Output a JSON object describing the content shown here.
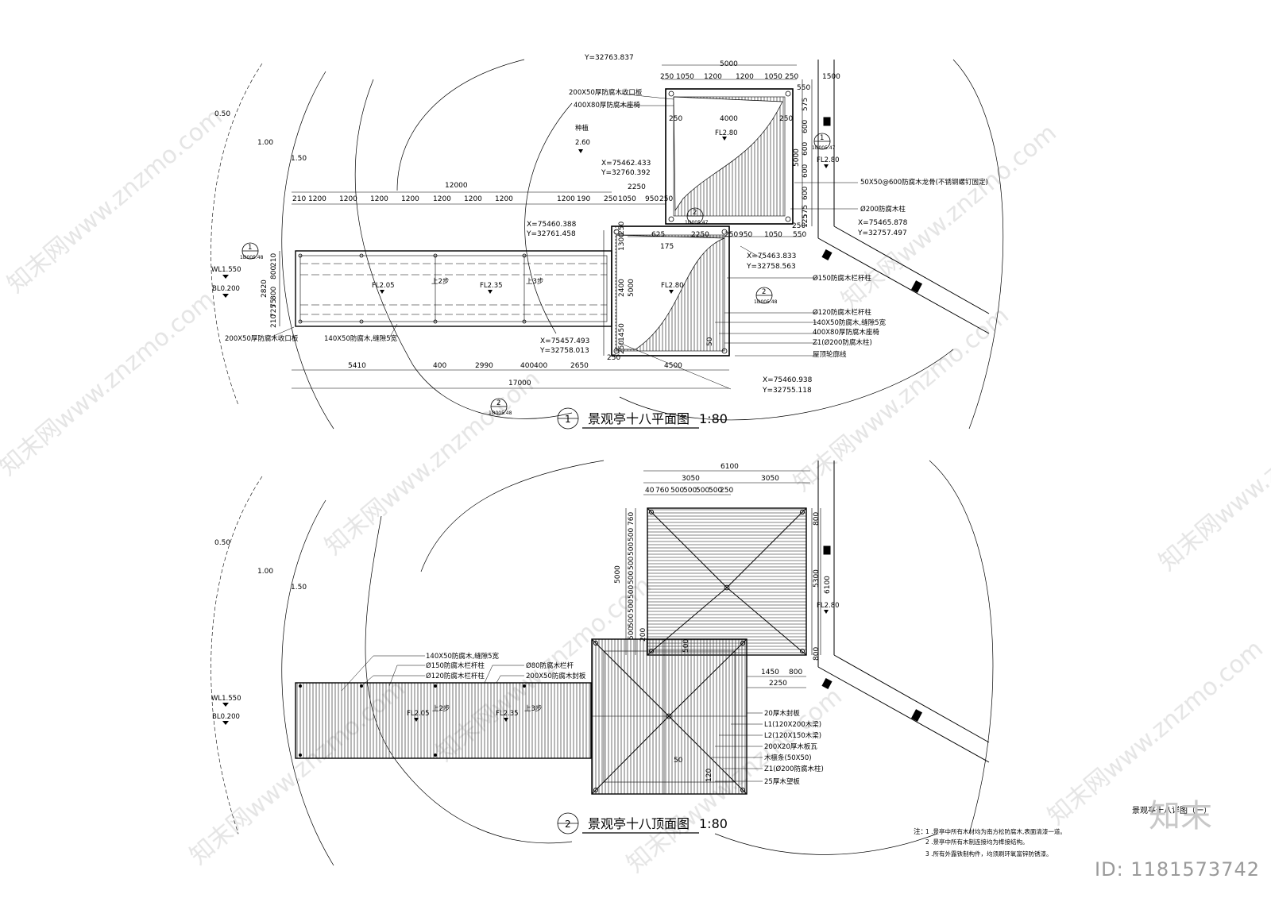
{
  "titles": {
    "plan": "景观亭十八平面图",
    "roof": "景观亭十八顶面图",
    "scale": "1:80",
    "plan_no": "1",
    "roof_no": "2",
    "sheet": "景观亭十八详图（一）"
  },
  "contours": [
    "0.50",
    "1.00",
    "1.50"
  ],
  "levels": {
    "wl": "WL1.550",
    "bl": "BL0.200",
    "fl205": "FL2.05",
    "fl235": "FL2.35",
    "fl280": "FL2.80",
    "plant": "种植",
    "plant_h": "2.60",
    "step2": "上2步",
    "step3": "上3步"
  },
  "plan_dims": {
    "overall_top": "12000",
    "top_row": [
      "210",
      "1200",
      "1200",
      "1200",
      "1200",
      "1200",
      "1200",
      "1200",
      "1200",
      "190",
      "250",
      "1050",
      "950",
      "250"
    ],
    "left_col": [
      "210",
      "800",
      "2820",
      "800",
      "75",
      "725",
      "210"
    ],
    "bottom_row": [
      "5410",
      "400",
      "2990",
      "400",
      "400",
      "2650",
      "4500"
    ],
    "overall_bottom": "17000",
    "pav_top": "5000",
    "pav_row": [
      "250",
      "1050",
      "1200",
      "1200",
      "1050",
      "250"
    ],
    "pav_inner": "4000",
    "pav_inner_side": "250",
    "pav_right_col": [
      "550",
      "575",
      "600",
      "600",
      "600",
      "600",
      "575",
      "125"
    ],
    "pav_right_total": "5000",
    "mid_row": [
      "625",
      "2250",
      "250",
      "950",
      "1050",
      "550"
    ],
    "mid_2250": "2250",
    "side_dims": [
      "1300",
      "250",
      "2400",
      "5000",
      "1450",
      "250",
      "175",
      "250",
      "50"
    ],
    "right_1500": "1500",
    "dim_250r": "250"
  },
  "plan_coords": [
    "X=75462.433",
    "Y=32760.392",
    "X=75460.388",
    "Y=32761.458",
    "X=75465.878",
    "Y=32757.497",
    "X=75463.833",
    "Y=32758.563",
    "X=75457.493",
    "Y=32758.013",
    "X=75460.938",
    "Y=32755.118",
    "Y=32763.837"
  ],
  "plan_notes": [
    "200X50厚防腐木收口板",
    "400X80厚防腐木座椅",
    "50X50@600防腐木龙骨(不锈钢螺钉固定)",
    "Ø200防腐木柱",
    "Ø150防腐木栏杆柱",
    "Ø120防腐木栏杆柱",
    "140X50防腐木,缝隙5宽",
    "400X80厚防腐木座椅",
    "Z1(Ø200防腐木柱)",
    "屋顶轮廓线",
    "200X50厚防腐木收口板",
    "140X50防腐木,缝隙5宽"
  ],
  "sections": {
    "s1_num": "1",
    "s1_ref": "1D005.47",
    "s2_num": "2",
    "s2_ref": "1D005.48",
    "left_num": "1",
    "left_ref": "1D005.48",
    "bottom_num": "2",
    "bottom_ref": "1D005.48",
    "mid_num": "2",
    "mid_ref": "1D005.47"
  },
  "roof_dims": {
    "overall": "6100",
    "halves": [
      "3050",
      "3050"
    ],
    "row": [
      "40",
      "760",
      "500",
      "500",
      "500",
      "500",
      "250"
    ],
    "left_total": "5000",
    "left_col": [
      "760",
      "500",
      "500",
      "500",
      "500",
      "500",
      "500",
      "500",
      "500",
      "500"
    ],
    "right_col": [
      "800",
      "5300",
      "800"
    ],
    "right_total": "6100",
    "bottom": [
      "1450",
      "800"
    ],
    "bottom_total": "2250",
    "d500": "500",
    "d200": "200",
    "d50": "50",
    "d120": "120"
  },
  "roof_notes_left": [
    "140X50防腐木,缝隙5宽",
    "Ø150防腐木栏杆柱",
    "Ø120防腐木栏杆柱",
    "Ø80防腐木栏杆",
    "200X50防腐木封板"
  ],
  "roof_notes_right": [
    "20厚木封板",
    "L1(120X200木梁)",
    "L2(120X150木梁)",
    "200X20厚木板瓦",
    "木檩条(50X50)",
    "Z1(Ø200防腐木柱)",
    "25厚木望板"
  ],
  "notes": {
    "head": "注：",
    "lines": [
      "1 .景亭中所有木材均为南方松防腐木,表面清漆一道。",
      "2 .景亭中所有木制连接均为榫接结构。",
      "3 .所有外露铁制构件，均须刷环氧富锌防锈漆。"
    ]
  },
  "brand": {
    "logo": "知末",
    "id": "ID: 1181573742",
    "watermark": "知末网www.znzmo.com"
  }
}
